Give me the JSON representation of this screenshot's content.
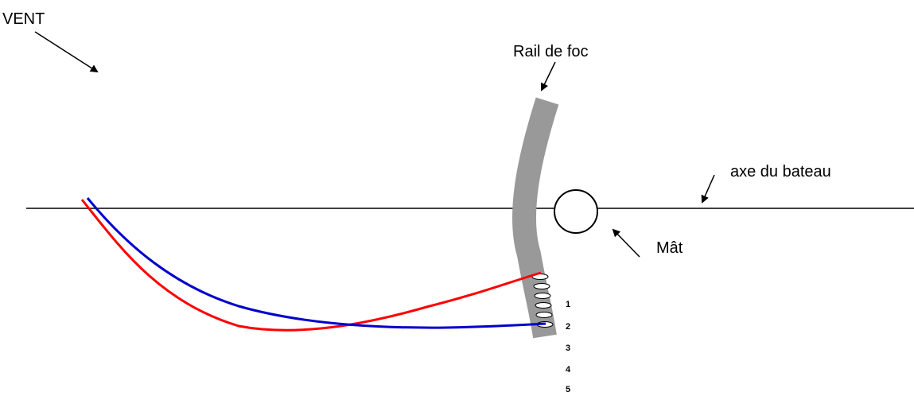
{
  "labels": {
    "wind": "VENT",
    "jib_track": "Rail de foc",
    "boat_axis": "axe du bateau",
    "mast": "Mât"
  },
  "hole_numbers": [
    "1",
    "2",
    "3",
    "4",
    "5"
  ],
  "colors": {
    "red_sheet": "#ff0000",
    "blue_sheet": "#0000cc",
    "track": "#999999",
    "ink": "#000000"
  }
}
